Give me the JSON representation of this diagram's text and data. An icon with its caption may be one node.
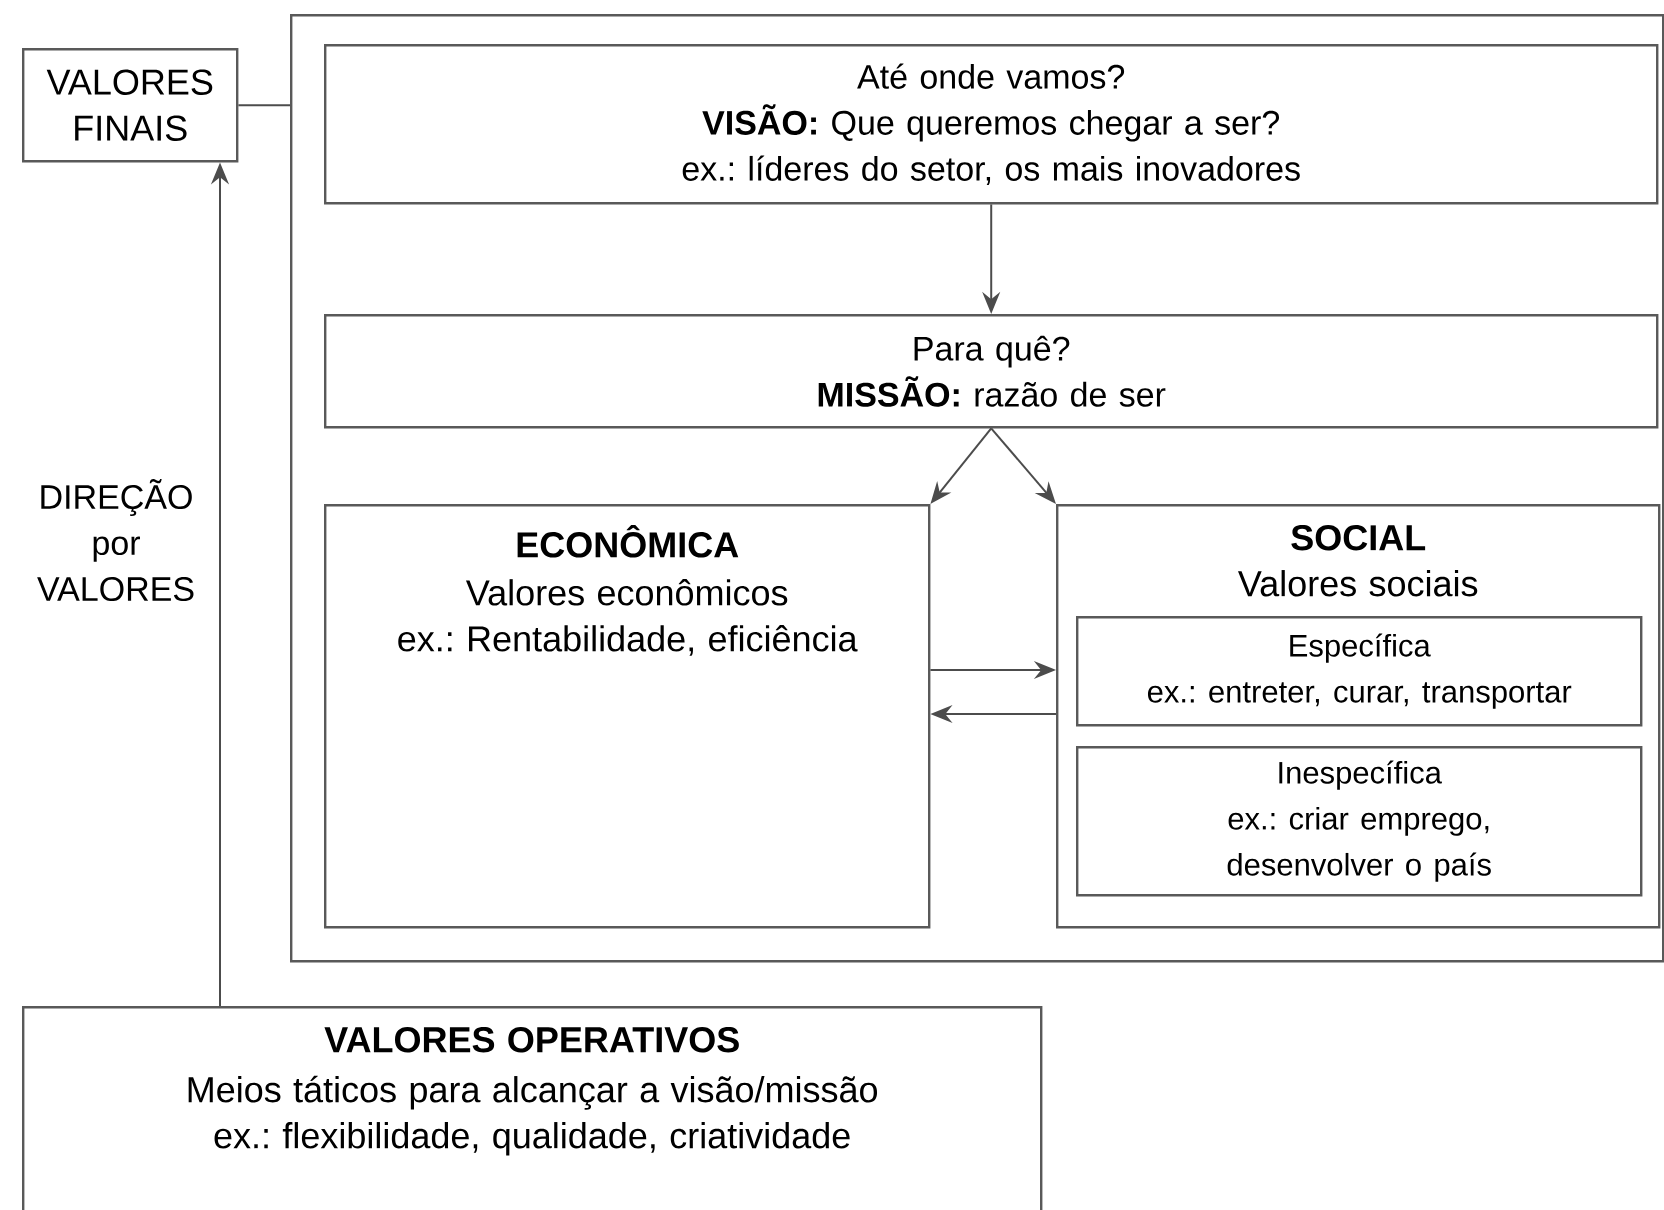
{
  "diagram": {
    "nodes": [
      {
        "text": [
          "VALORES FINAIS"
        ]
      },
      {
        "text": [],
        "shape": "box"
      },
      {
        "text": [
          "Até onde vamos?",
          "**VISÃO:** Que queremos chegar a ser?",
          "ex.: líderes do setor, os mais inovadores"
        ],
        "in": 1
      },
      {
        "text": [
          "Para quê?",
          "**MISSÃO:** razão de ser"
        ],
        "in": 1
      },
      {
        "text": [
          "ECONÔMICA",
          "Valores econômicos",
          "ex.: Rentabilidade, eficiência"
        ],
        "in": 1
      },
      {
        "text": [
          "SOCIAL",
          "Valores sociais"
        ],
        "in": 1
      },
      {
        "text": [
          "Específica",
          "ex.: entreter, curar, transportar"
        ],
        "in": 5
      },
      {
        "text": [
          "Inespecífica",
          "ex.: criar emprego, desenvolver o país"
        ],
        "in": 5
      },
      {
        "text": [
          "VALORES OPERATIVOS",
          "Meios táticos para alcançar a visão/missão",
          "ex.: flexibilidade, qualidade, criatividade"
        ]
      }
    ],
    "edges": [
      {
        "from": 0,
        "to": 1,
        "arrow": "none"
      },
      {
        "from": 2,
        "to": 3,
        "arrow": "to"
      },
      {
        "from": 3,
        "to": 4,
        "arrow": "to"
      },
      {
        "from": 3,
        "to": 5,
        "arrow": "to"
      },
      {
        "from": 4,
        "to": 5,
        "arrow": "to"
      },
      {
        "from": 5,
        "to": 4,
        "arrow": "to"
      },
      {
        "from": 8,
        "to": 0,
        "arrow": "to",
        "label": "DIREÇÃO por VALORES"
      }
    ]
  }
}
